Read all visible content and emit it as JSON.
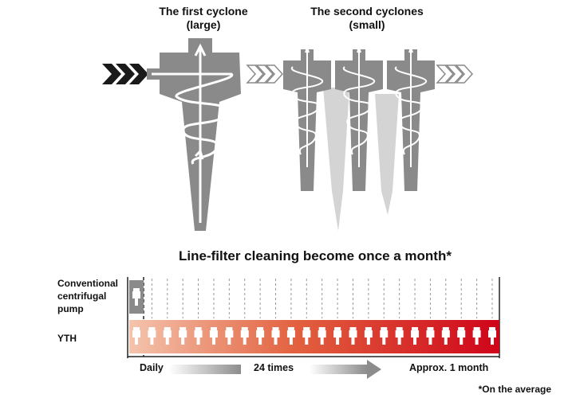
{
  "diagram": {
    "first_cyclone_title": "The first cyclone\n(large)",
    "second_cyclone_title": "The second cyclones\n(small)",
    "headline": "Line-filter cleaning become once a month*",
    "conventional_label": "Conventional\ncentrifugal\npump",
    "yth_label": "YTH",
    "axis_daily": "Daily",
    "axis_24_times": "24 times",
    "axis_month": "Approx. 1 month",
    "footnote": "*On the average",
    "cleaning_count": 24,
    "colors": {
      "cyclone_gray": "#8a8a8a",
      "cyclone_light": "#d4d4d4",
      "bar_start": "#f0b49a",
      "bar_end": "#d0061b",
      "arrow_dark": "#1a1a1a"
    }
  }
}
